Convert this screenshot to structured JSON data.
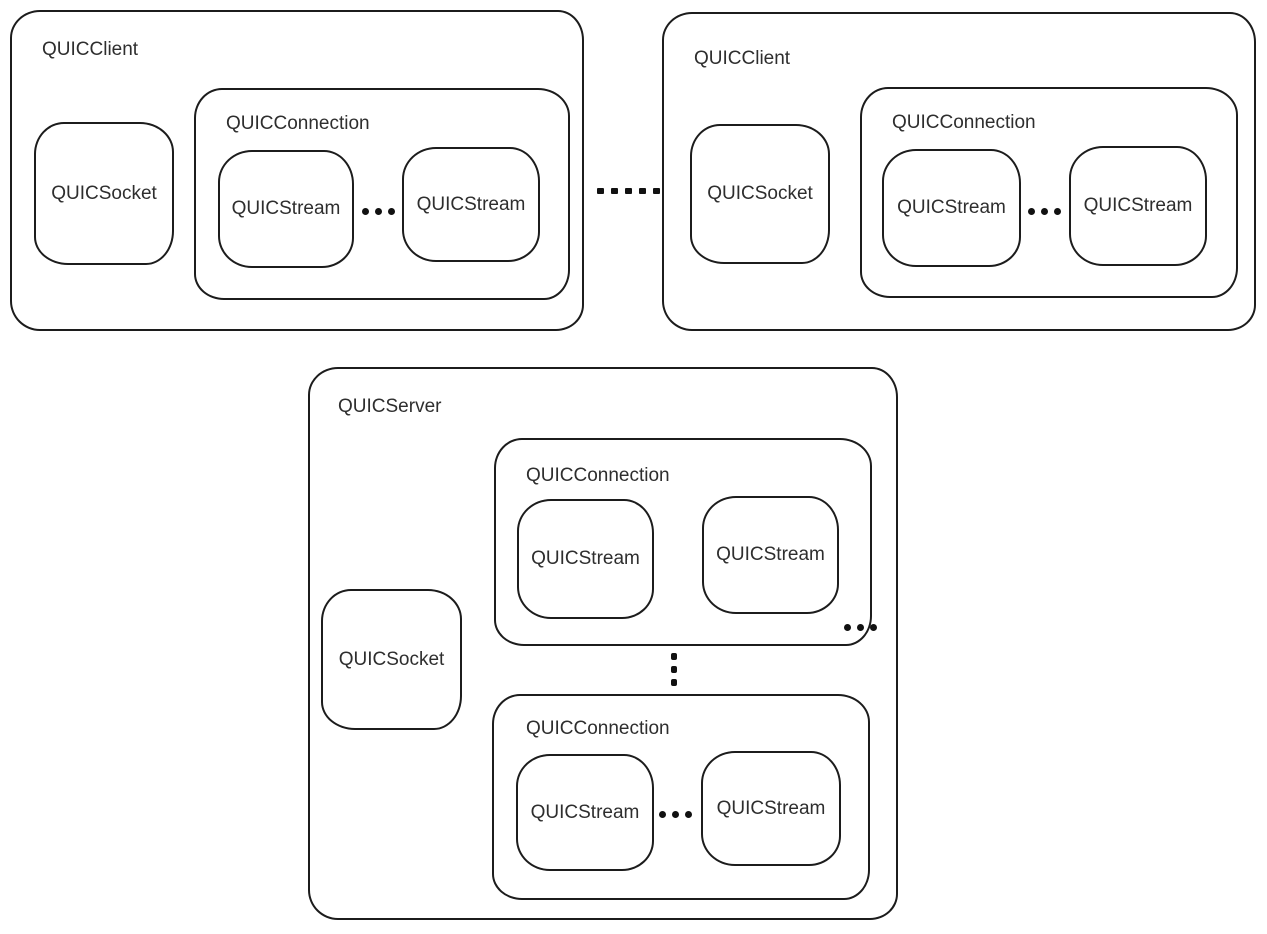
{
  "colors": {
    "border": "#1c1c1c",
    "text": "#2e2e2e",
    "background": "#ffffff",
    "dots": "#111111"
  },
  "icons": {
    "stream_separator": "horizontal-ellipsis-icon",
    "connection_separator": "vertical-ellipsis-icon",
    "client_link": "dotted-link-icon"
  },
  "clients": [
    {
      "title": "QUICClient",
      "socket_label": "QUICSocket",
      "connection": {
        "title": "QUICConnection",
        "streams": [
          "QUICStream",
          "QUICStream"
        ]
      }
    },
    {
      "title": "QUICClient",
      "socket_label": "QUICSocket",
      "connection": {
        "title": "QUICConnection",
        "streams": [
          "QUICStream",
          "QUICStream"
        ]
      }
    }
  ],
  "server": {
    "title": "QUICServer",
    "socket_label": "QUICSocket",
    "connections": [
      {
        "title": "QUICConnection",
        "streams": [
          "QUICStream",
          "QUICStream"
        ]
      },
      {
        "title": "QUICConnection",
        "streams": [
          "QUICStream",
          "QUICStream"
        ]
      }
    ]
  }
}
